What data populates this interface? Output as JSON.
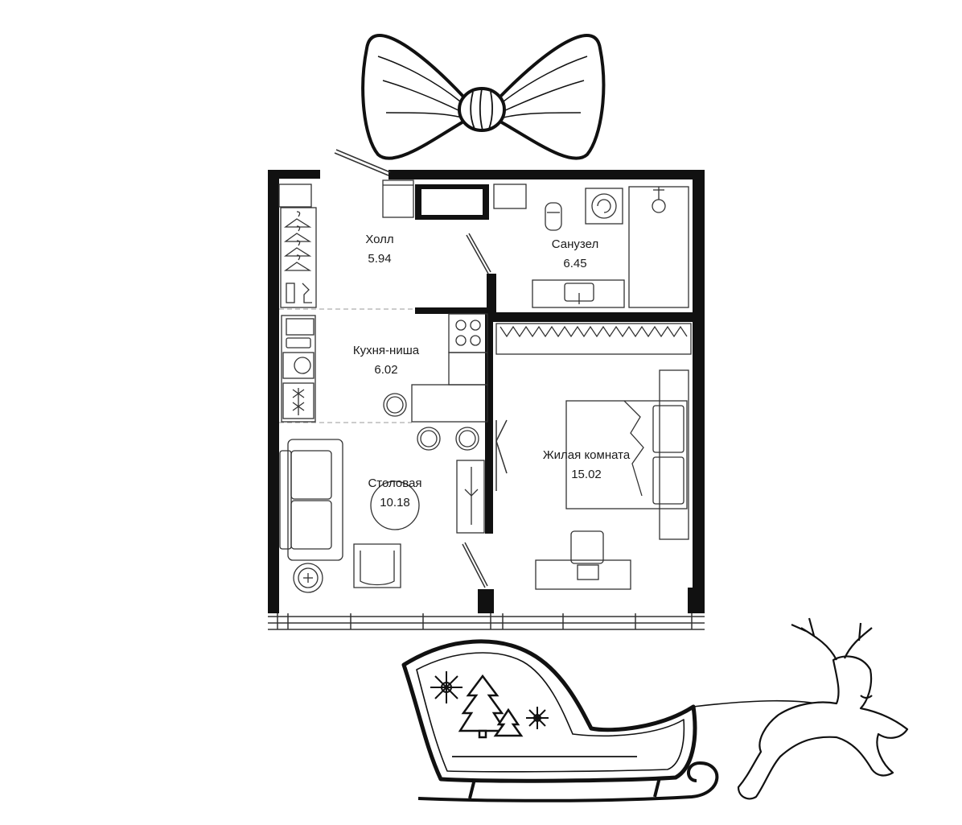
{
  "plan": {
    "colors": {
      "wall": "#111111",
      "line": "#333333",
      "background": "#ffffff",
      "dash": "#999999"
    },
    "rooms": [
      {
        "id": "hall",
        "name": "Холл",
        "area": "5.94"
      },
      {
        "id": "bathroom",
        "name": "Санузел",
        "area": "6.45"
      },
      {
        "id": "kitchen",
        "name": "Кухня-ниша",
        "area": "6.02"
      },
      {
        "id": "dining",
        "name": "Столовая",
        "area": "10.18"
      },
      {
        "id": "living",
        "name": "Жилая комната",
        "area": "15.02"
      }
    ],
    "decorations": [
      "bow-icon",
      "sleigh-icon",
      "reindeer-icon",
      "snowflake-icon",
      "christmas-tree-icon"
    ]
  }
}
